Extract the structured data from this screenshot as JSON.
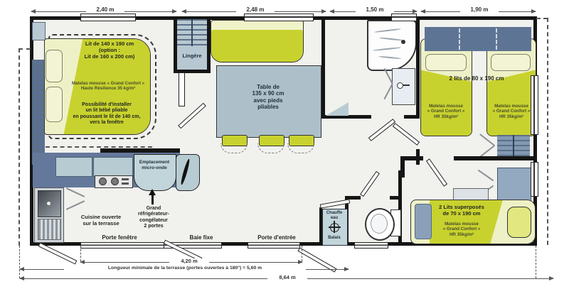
{
  "dimensions": {
    "top": [
      "2,40 m",
      "2,48 m",
      "1,50 m",
      "1,90 m"
    ],
    "terrace_span": "4,20 m",
    "terrace_note": "Longueur minimale de la terrasse (portes ouvertes à 180°) = 5,60 m",
    "total_length": "8,64 m"
  },
  "master_bedroom": {
    "bed_title": "Lit de 140 x 190 cm\n(option :\nLit de 160 x 200 cm)",
    "mattress_note": "Matelas mousse « Grand Confort »\nHaute Résilience 35 kg/m²",
    "baby_bed_note": "Possibilité d'installer\nun lit bébé pliable\nen poussant le lit de 140 cm,\nvers la fenêtre"
  },
  "storage": {
    "linen_closet": "Lingère"
  },
  "living_room": {
    "table_label": "Table de\n135 x 90 cm\navec pieds\npliables"
  },
  "kitchen": {
    "microwave_label": "Emplacement\nmicro-onde",
    "fridge_label": "Grand\nréfrigérateur-\ncongélateur\n2 portes",
    "open_kitchen_label": "Cuisine ouverte\nsur la terrasse"
  },
  "twin_bedroom": {
    "title": "2 lits de 80 x 190 cm",
    "mattress_note_left": "Matelas mousse\n« Grand Confort »\nHR 35kg/m²",
    "mattress_note_right": "Matelas mousse\n« Grand Confort »\nHR 35kg/m²"
  },
  "bunk_bedroom": {
    "title": "2 Lits superposés\nde 70 x 190 cm",
    "mattress_note": "Matelas mousse\n« Grand Confort »\nHR 35kg/m²"
  },
  "utility": {
    "water_heater": "Chauffe\neau",
    "broom": "Balais"
  },
  "openings": {
    "french_door": "Porte fenêtre",
    "fixed_bay": "Baie fixe",
    "entry_door": "Porte d'entrée"
  },
  "colors": {
    "mattress_green": "#c8d22e",
    "mattress_pale": "#eef1c6",
    "furniture_slate": "#5e7494",
    "cabinet_light": "#b7ccd2",
    "table_gray": "#adc0ca",
    "wall_black": "#151515"
  }
}
